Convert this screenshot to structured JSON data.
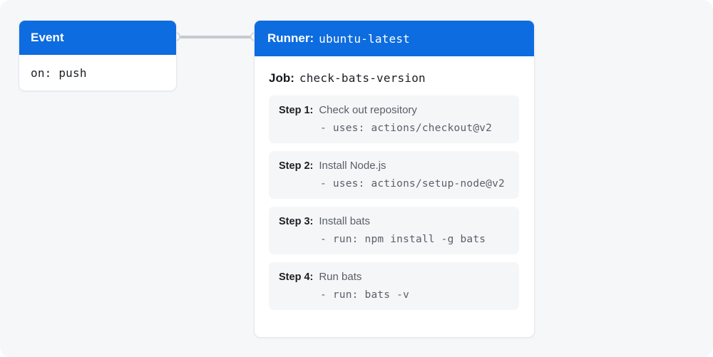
{
  "canvas": {
    "background": "#f6f7f9",
    "accent": "#0d6ce0"
  },
  "connector": {
    "name": "event-to-runner-connector",
    "line_color": "#c6cad1",
    "dot_color": "#ffffff"
  },
  "event_card": {
    "header_title": "Event",
    "trigger": "on: push"
  },
  "runner_card": {
    "header_label": "Runner:",
    "header_value": "ubuntu-latest",
    "job_label": "Job:",
    "job_value": "check-bats-version",
    "steps": [
      {
        "label": "Step 1:",
        "title": "Check out repository",
        "code": "- uses: actions/checkout@v2"
      },
      {
        "label": "Step 2:",
        "title": "Install Node.js",
        "code": "- uses: actions/setup-node@v2"
      },
      {
        "label": "Step 3:",
        "title": "Install bats",
        "code": "- run: npm install -g bats"
      },
      {
        "label": "Step 4:",
        "title": "Run bats",
        "code": "- run: bats -v"
      }
    ]
  }
}
